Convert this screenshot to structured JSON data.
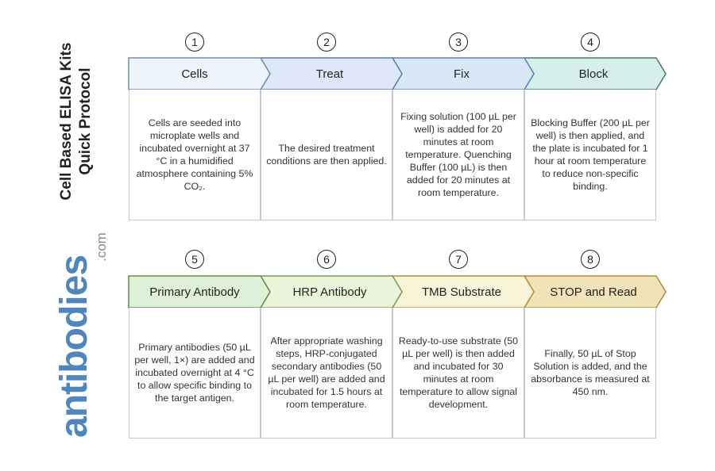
{
  "title": {
    "line1": "Cell Based ELISA Kits",
    "line2": "Quick Protocol"
  },
  "logo": {
    "name": "antibodies",
    "suffix": ".com"
  },
  "steps": [
    {
      "number": "1",
      "label": "Cells",
      "fill": "#eef4fb",
      "stroke": "#6d8fb3",
      "text": "Cells are seeded into microplate wells and incubated overnight at 37 °C in a humidified atmosphere containing 5% CO₂."
    },
    {
      "number": "2",
      "label": "Treat",
      "fill": "#dfe8f8",
      "stroke": "#5a7fae",
      "text": "The desired treatment conditions are then applied."
    },
    {
      "number": "3",
      "label": "Fix",
      "fill": "#d9e8f7",
      "stroke": "#5a85b5",
      "text": "Fixing solution (100 µL per well) is added for 20 minutes at room temperature. Quenching Buffer (100 µL) is then added for 20 minutes at room temperature."
    },
    {
      "number": "4",
      "label": "Block",
      "fill": "#d6efea",
      "stroke": "#4b7873",
      "text": "Blocking Buffer (200 µL per well) is then applied, and the plate is incubated for 1 hour at room temperature to reduce non-specific binding."
    },
    {
      "number": "5",
      "label": "Primary Antibody",
      "fill": "#def0d8",
      "stroke": "#5f8f45",
      "text": "Primary antibodies (50 µL per well, 1×) are added and incubated overnight at 4 °C to allow specific binding to the target antigen."
    },
    {
      "number": "6",
      "label": "HRP Antibody",
      "fill": "#ebf4da",
      "stroke": "#7a9a4e",
      "text": "After appropriate washing steps, HRP-conjugated secondary antibodies (50 µL per well) are added and incubated for 1.5 hours at room temperature."
    },
    {
      "number": "7",
      "label": "TMB Substrate",
      "fill": "#f8f4d8",
      "stroke": "#b28c3e",
      "text": "Ready-to-use substrate (50 µL per well) is then added and incubated for 30 minutes at room temperature to allow signal development."
    },
    {
      "number": "8",
      "label": "STOP and Read",
      "fill": "#f1e3b8",
      "stroke": "#b28c3e",
      "text": "Finally, 50 µL of Stop Solution is added, and the absorbance is measured at 450 nm."
    }
  ]
}
